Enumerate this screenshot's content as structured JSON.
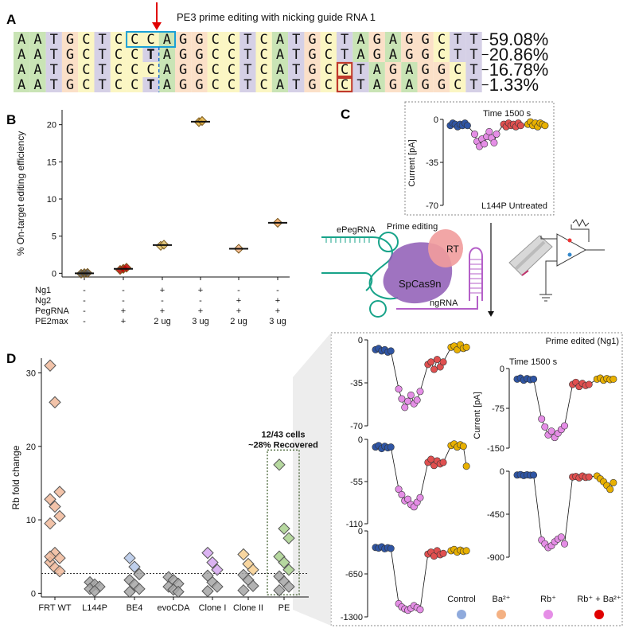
{
  "panels": {
    "A": {
      "label": "A",
      "title": "PE3 prime editing with nicking guide RNA 1",
      "rows": [
        {
          "seq": "AATGCTCCCAGGCCTCATGCTAGAGGCTT",
          "pct": "59.08%",
          "bold": [],
          "boxed": []
        },
        {
          "seq": "AATGCTCCTAGGCCTCATGCTAGAGGCTT",
          "pct": "20.86%",
          "bold": [
            8
          ],
          "boxed": []
        },
        {
          "seq": "AATGCTCCCAGGCCTCATGCCTAGAGGCT",
          "pct": "16.78%",
          "bold": [],
          "boxed": [
            20
          ]
        },
        {
          "seq": "AATGCTCCTAGGCCTCATGCCTAGAGGCT",
          "pct": "1.33%",
          "bold": [
            8
          ],
          "boxed": [
            20
          ]
        }
      ],
      "colors": {
        "A": "#c9e4b5",
        "T": "#d5d0e6",
        "G": "#fbe0c8",
        "C": "#fbf6c3"
      }
    },
    "B": {
      "label": "B"
    },
    "C": {
      "label": "C",
      "top_title": "Time 1500 s",
      "top_label": "L144P Untreated",
      "current_label": "Current [pA]",
      "schematic": {
        "peg": "ePegRNA",
        "pe": "Prime editing",
        "rt": "RT",
        "cas": "SpCas9n",
        "ng": "ngRNA"
      },
      "edited_title": "Prime edited (Ng1)",
      "edited_time": "Time 1500 s",
      "legend": [
        {
          "label": "Control",
          "color": "#8faadc"
        },
        {
          "label": "Ba²⁺",
          "color": "#f4b183"
        },
        {
          "label": "Rb⁺",
          "color": "#e58ee6"
        },
        {
          "label": "Rb⁺ + Ba²⁺",
          "color": "#e00000"
        }
      ]
    },
    "D": {
      "label": "D",
      "annotation1": "12/43 cells",
      "annotation2": "~28% Recovered"
    }
  },
  "chart_data": [
    {
      "type": "scatter",
      "ylabel": "% On-target editing efficiency",
      "ylim": [
        -0.5,
        22
      ],
      "yticks": [
        0,
        5,
        10,
        15,
        20
      ],
      "table_rows": [
        {
          "label": "Ng1",
          "values": [
            "-",
            "-",
            "+",
            "+",
            "-",
            "-"
          ]
        },
        {
          "label": "Ng2",
          "values": [
            "-",
            "-",
            "-",
            "-",
            "+",
            "+"
          ]
        },
        {
          "label": "PegRNA",
          "values": [
            "-",
            "+",
            "+",
            "+",
            "+",
            "+"
          ]
        },
        {
          "label": "PE2max",
          "values": [
            "-",
            "+",
            "2 ug",
            "3 ug",
            "2 ug",
            "3 ug"
          ]
        }
      ],
      "means": [
        0.0,
        0.6,
        3.8,
        20.4,
        3.3,
        6.8
      ],
      "points": [
        [
          -0.05,
          0.02,
          0.05
        ],
        [
          0.45,
          0.6,
          0.75
        ],
        [
          3.7,
          3.85
        ],
        [
          20.35,
          20.5
        ],
        [
          3.3
        ],
        [
          6.8
        ]
      ],
      "point_colors": [
        "#555555",
        "#c00000",
        "#e2c46d",
        "#e2b040",
        "#f4b183",
        "#f4a460"
      ]
    },
    {
      "type": "scatter",
      "ylabel": "Rb fold change",
      "ylim": [
        -0.5,
        32
      ],
      "yticks": [
        0,
        10,
        20,
        30
      ],
      "threshold": 2.7,
      "categories": [
        "FRT WT",
        "L144P",
        "BE4",
        "evoCDA",
        "Clone I",
        "Clone II",
        "PE"
      ],
      "colors": [
        "#f0b89a",
        "#a6a6a6",
        "#b4c7e7",
        "#a6a6a6",
        "#d5a6f0",
        "#f7cf8f",
        "#a9d18e"
      ],
      "points": [
        [
          31,
          26,
          13.8,
          12.8,
          11.8,
          10.5,
          9.5,
          5.5,
          4.8,
          4.2,
          3.5,
          3.0,
          5.0
        ],
        [
          1.5,
          1.2,
          0.9,
          0.6,
          0.3
        ],
        [
          4.8,
          3.6,
          2.6,
          1.8,
          1.2,
          0.6,
          0.2
        ],
        [
          2.2,
          1.8,
          1.3,
          0.9,
          0.5,
          0.2
        ],
        [
          5.5,
          4.2,
          3.2,
          2.4,
          1.5,
          0.9,
          0.3
        ],
        [
          5.3,
          4.0,
          3.2,
          2.5,
          1.8,
          1.0,
          0.4
        ],
        [
          17.5,
          8.8,
          7.5,
          5.0,
          4.2,
          3.2,
          2.3,
          1.6,
          0.9,
          0.4
        ]
      ]
    },
    {
      "type": "scatter",
      "name_top": "L144P Untreated",
      "ylim": [
        -70,
        0
      ],
      "yticks": [
        0,
        -35,
        -70
      ],
      "segments": [
        {
          "cond": "control",
          "values": [
            -5,
            -3,
            -4,
            -6,
            -4,
            -5,
            -3,
            -5
          ]
        },
        {
          "cond": "rb",
          "values": [
            -12,
            -18,
            -22,
            -16,
            -20,
            -14,
            -10,
            -15,
            -19,
            -12
          ]
        },
        {
          "cond": "rbba",
          "values": [
            -4,
            -6,
            -3,
            -5,
            -4,
            -6,
            -3,
            -5
          ]
        },
        {
          "cond": "ba",
          "values": [
            -4,
            -2,
            -5,
            -3,
            -6,
            -3,
            -4,
            -5
          ]
        }
      ]
    }
  ]
}
